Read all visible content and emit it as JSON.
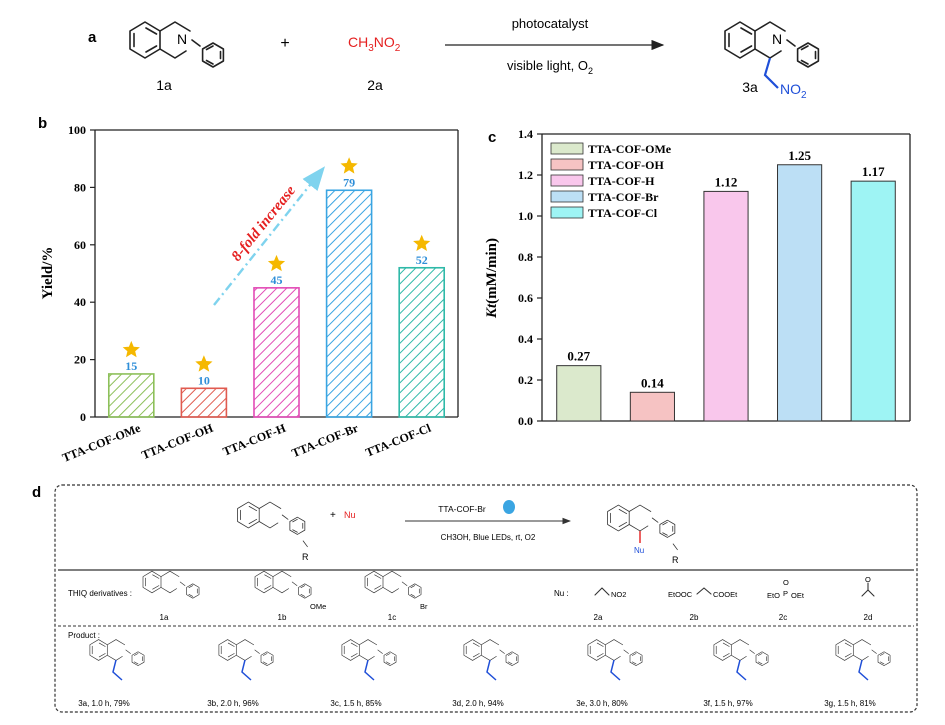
{
  "panel_a": {
    "label": "a",
    "reactant1": "1a",
    "plus": "+",
    "reactant2_formula": "CH",
    "reactant2_sub1": "3",
    "reactant2_mid": "NO",
    "reactant2_sub2": "2",
    "reactant2": "2a",
    "arrow_top": "photocatalyst",
    "arrow_bottom_pre": "visible light, O",
    "arrow_bottom_sub": "2",
    "product_group": "NO",
    "product_group_sub": "2",
    "atom_n": "N",
    "product": "3a"
  },
  "panel_d": {
    "label": "d",
    "nu_label": "Nu",
    "r_label": "R",
    "plus": "+",
    "catalyst": "TTA-COF-Br",
    "conditions": "CH3OH, Blue LEDs, rt, O2",
    "thiq_label": "THIQ derivatives :",
    "nu_row_label": "Nu :",
    "derivatives": [
      "1a",
      "1b",
      "1c"
    ],
    "ome": "OMe",
    "br": "Br",
    "nucleophiles": [
      "2a",
      "2b",
      "2c",
      "2d"
    ],
    "nu_2a": "NO2",
    "nu_2b_a": "EtOOC",
    "nu_2b_b": "COOEt",
    "nu_2c_a": "EtO",
    "nu_2c_p": "P",
    "nu_2c_b": "OEt",
    "nu_2c_o": "O",
    "nu_2d_o": "O",
    "product_row_label": "Product :",
    "products": [
      "3a, 1.0 h, 79%",
      "3b, 2.0 h, 96%",
      "3c, 1.5 h, 85%",
      "3d, 2.0 h, 94%",
      "3e, 3.0 h, 80%",
      "3f, 1.5 h, 97%",
      "3g, 1.5 h, 81%"
    ]
  },
  "chart_data": [
    {
      "type": "bar",
      "panel_label": "b",
      "categories": [
        "TTA-COF-OMe",
        "TTA-COF-OH",
        "TTA-COF-H",
        "TTA-COF-Br",
        "TTA-COF-Cl"
      ],
      "values": [
        15,
        10,
        45,
        79,
        52
      ],
      "value_labels": [
        "15",
        "10",
        "45",
        "79",
        "52"
      ],
      "colors": [
        "#8dc05a",
        "#e05b50",
        "#e24bb6",
        "#3aa5e2",
        "#2fb9a8"
      ],
      "ylabel": "Yield/%",
      "yticks": [
        "0",
        "20",
        "40",
        "60",
        "80",
        "100"
      ],
      "ylim": [
        0,
        100
      ],
      "annotation": "8-fold increase",
      "star_color": "#f5b800",
      "value_label_color": "#2e8ed8",
      "annotation_color": "#e52020"
    },
    {
      "type": "bar",
      "panel_label": "c",
      "categories": [
        "TTA-COF-OMe",
        "TTA-COF-OH",
        "TTA-COF-H",
        "TTA-COF-Br",
        "TTA-COF-Cl"
      ],
      "values": [
        0.27,
        0.14,
        1.12,
        1.25,
        1.17
      ],
      "value_labels": [
        "0.27",
        "0.14",
        "1.12",
        "1.25",
        "1.17"
      ],
      "colors": [
        "#dbe9cc",
        "#f6c3c3",
        "#f9c7ec",
        "#bcdff5",
        "#9ef4f4"
      ],
      "ylabel_italic": "Kt",
      "ylabel_rest": "(mM/min)",
      "yticks": [
        "0.0",
        "0.2",
        "0.4",
        "0.6",
        "0.8",
        "1.0",
        "1.2",
        "1.4"
      ],
      "ylim": [
        0,
        1.4
      ],
      "legend": [
        "TTA-COF-OMe",
        "TTA-COF-OH",
        "TTA-COF-H",
        "TTA-COF-Br",
        "TTA-COF-Cl"
      ],
      "legend_position": "top-left"
    }
  ]
}
